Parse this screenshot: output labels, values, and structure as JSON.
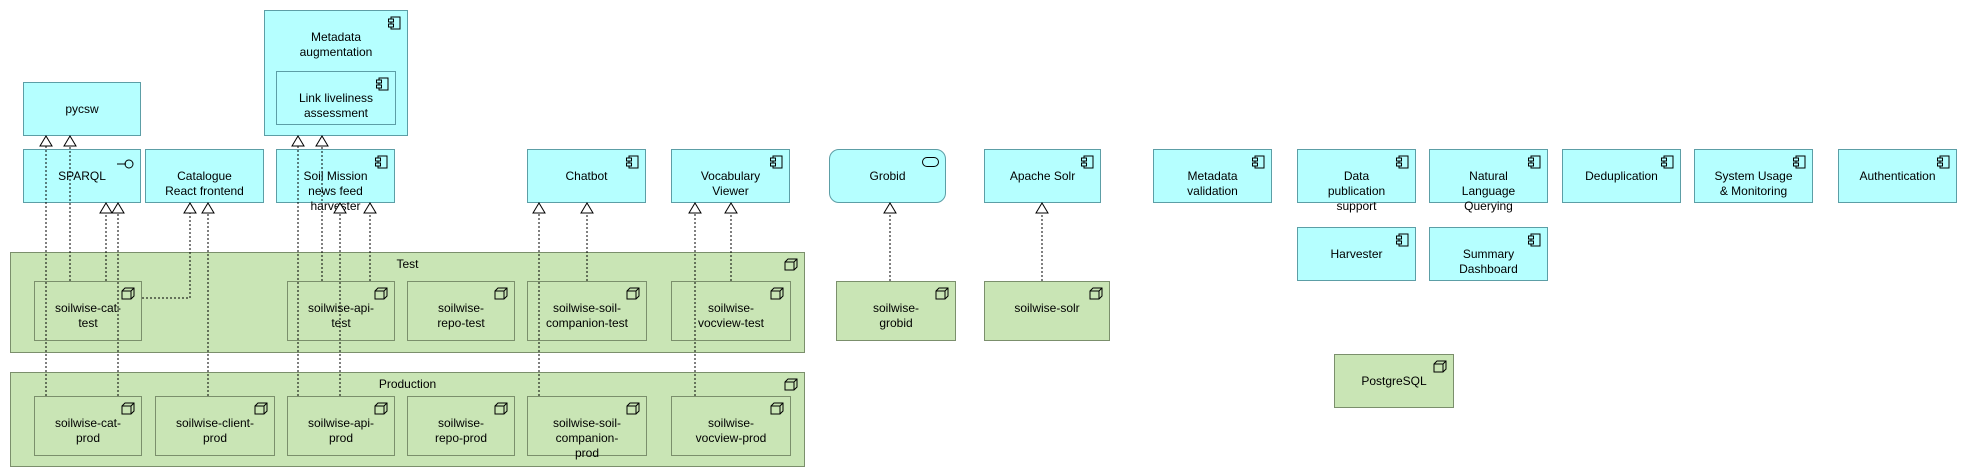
{
  "environments": {
    "test": "Test",
    "production": "Production"
  },
  "components": {
    "pycsw": "pycsw",
    "metadata_augmentation": "Metadata\naugmentation",
    "link_liveliness": "Link liveliness\nassessment",
    "sparql": "SPARQL",
    "catalogue_frontend": "Catalogue\nReact frontend",
    "soil_mission": "Soil Mission\nnews feed\nharvester",
    "chatbot": "Chatbot",
    "vocabulary_viewer": "Vocabulary\nViewer",
    "grobid": "Grobid",
    "apache_solr": "Apache Solr",
    "metadata_validation": "Metadata\nvalidation",
    "data_publication": "Data\npublication\nsupport",
    "nlq": "Natural\nLanguage\nQuerying",
    "deduplication": "Deduplication",
    "system_usage": "System Usage\n& Monitoring",
    "authentication": "Authentication",
    "harvester": "Harvester",
    "summary_dashboard": "Summary\nDashboard"
  },
  "nodes": {
    "cat_test": "soilwise-cat-\ntest",
    "api_test": "soilwise-api-\ntest",
    "repo_test": "soilwise-\nrepo-test",
    "soil_companion_test": "soilwise-soil-\ncompanion-test",
    "vocview_test": "soilwise-\nvocview-test",
    "grobid_node": "soilwise-\ngrobid",
    "solr_node": "soilwise-solr",
    "cat_prod": "soilwise-cat-\nprod",
    "client_prod": "soilwise-client-\nprod",
    "api_prod": "soilwise-api-\nprod",
    "repo_prod": "soilwise-\nrepo-prod",
    "soil_companion_prod": "soilwise-soil-\ncompanion-prod",
    "vocview_prod": "soilwise-\nvocview-prod",
    "postgresql": "PostgreSQL"
  },
  "icons": {
    "component": "component-icon",
    "node": "node-icon",
    "interface": "interface-icon",
    "service": "service-icon"
  },
  "colors": {
    "application": "#b5ffff",
    "technology": "#c9e5b5"
  }
}
